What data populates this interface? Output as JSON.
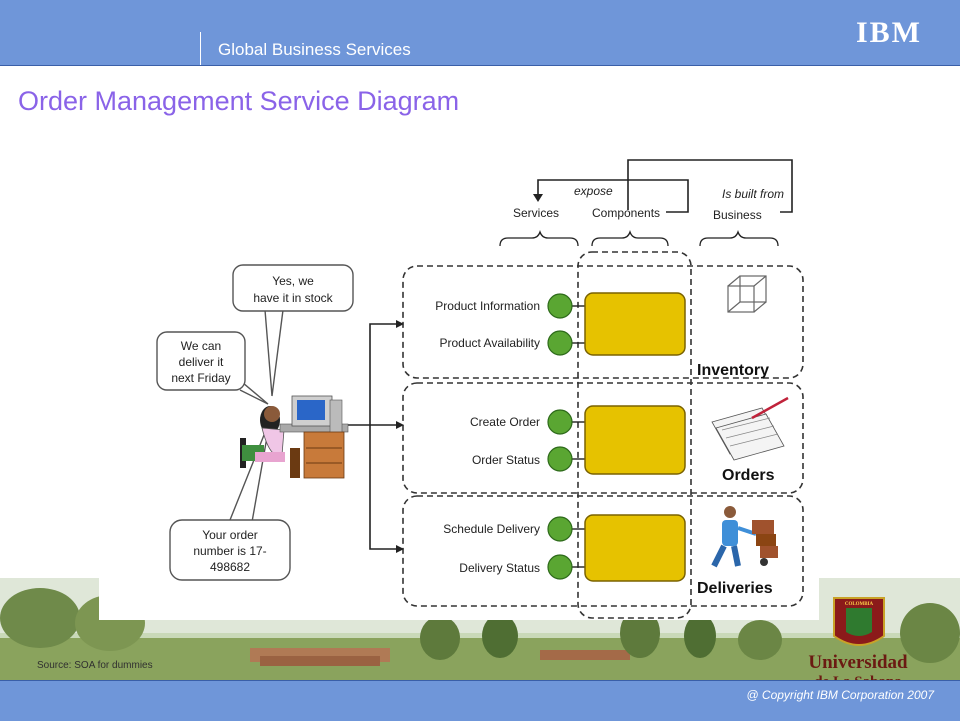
{
  "header": {
    "title": "Global Business Services",
    "logo": "IBM"
  },
  "page_title": "Order Management Service Diagram",
  "diagram": {
    "top_labels": {
      "expose": "expose",
      "is_built_from": "Is built from",
      "services": "Services",
      "components": "Components",
      "business": "Business"
    },
    "bubbles": {
      "stock": [
        "Yes, we",
        "have it in stock"
      ],
      "deliver": [
        "We can",
        "deliver it",
        "next Friday"
      ],
      "order": [
        "Your order",
        "number is 17-",
        "498682"
      ]
    },
    "groups": [
      {
        "services": [
          "Product Information",
          "Product Availability"
        ],
        "business": "Inventory",
        "icon": "cube-icon"
      },
      {
        "services": [
          "Create Order",
          "Order Status"
        ],
        "business": "Orders",
        "icon": "document-stack-icon"
      },
      {
        "services": [
          "Schedule Delivery",
          "Delivery Status"
        ],
        "business": "Deliveries",
        "icon": "delivery-person-icon"
      }
    ],
    "colors": {
      "service_dot": "#5aa632",
      "component": "#e6c200"
    }
  },
  "university": {
    "line1": "Universidad",
    "line2": "de La Sabana",
    "seal": "COLOMBIA"
  },
  "source": "Source: SOA for dummies",
  "footer": {
    "copyright": "@ Copyright IBM Corporation 2007"
  }
}
